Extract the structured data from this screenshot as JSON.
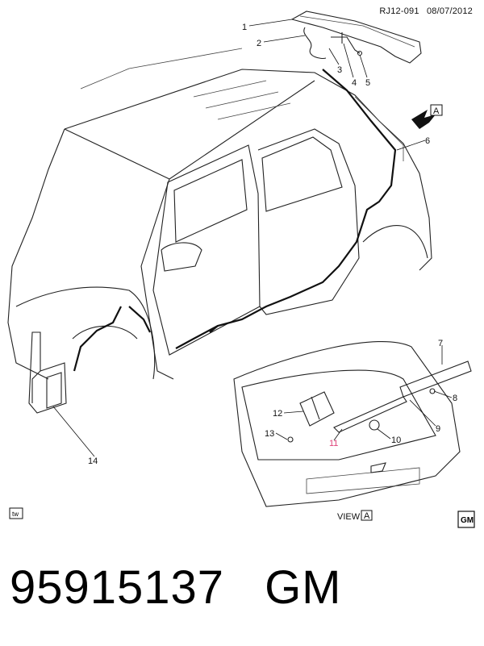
{
  "header": {
    "code": "RJ12-091",
    "date": "08/07/2012"
  },
  "callouts": [
    "1",
    "2",
    "3",
    "4",
    "5",
    "6",
    "7",
    "8",
    "9",
    "10",
    "11",
    "12",
    "13",
    "14"
  ],
  "view_arrow_label": "A",
  "view_label_text": "VIEW",
  "view_label_letter": "A",
  "tw_badge": "tw",
  "gm_logo": "GM",
  "footer": {
    "part_number": "95915137",
    "brand": "GM"
  },
  "colors": {
    "line": "#222222",
    "highlight_callout": "#e0457b"
  }
}
